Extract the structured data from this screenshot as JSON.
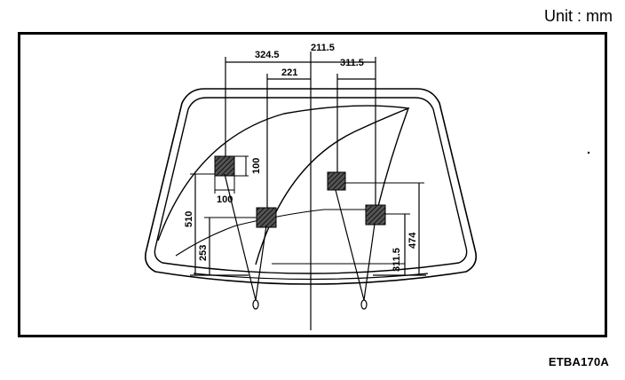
{
  "unit_label": "Unit : mm",
  "figure_code": "ETBA170A",
  "dimensions": {
    "left_offset": "324.5",
    "center": "211.5",
    "right_offset": "311.5",
    "inner_offset": "221",
    "pad_height": "100",
    "pad_width": "100",
    "left_height_upper": "510",
    "left_height_lower": "253",
    "right_height_upper": "474",
    "right_bottom": "311.5"
  }
}
